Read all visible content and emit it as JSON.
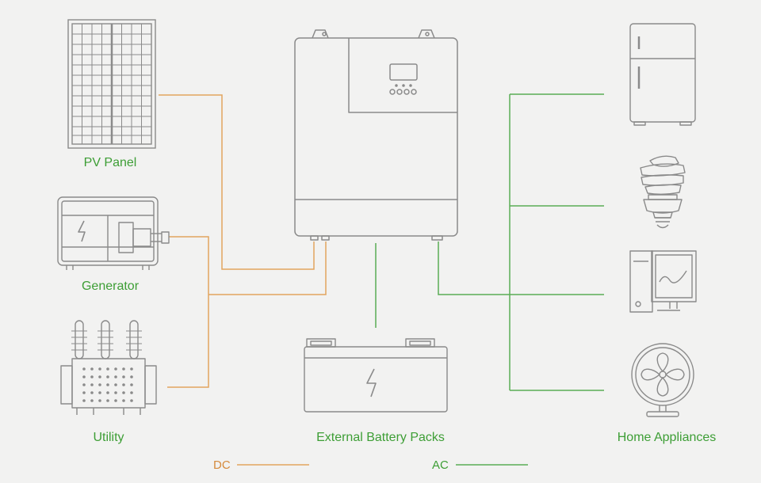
{
  "sources": {
    "pv_panel": "PV Panel",
    "generator": "Generator",
    "utility": "Utility"
  },
  "battery": {
    "label": "External Battery Packs"
  },
  "loads": {
    "label": "Home Appliances"
  },
  "legend": {
    "dc": "DC",
    "ac": "AC"
  },
  "colors": {
    "dc_line": "#e2a45f",
    "ac_line": "#5aad55",
    "label_text": "#3d9e35",
    "dc_label": "#d58a3c",
    "outline": "#8a8a8a",
    "background": "#f2f2f1"
  },
  "icons": {
    "inverter": "hybrid-inverter-icon",
    "pv_panel": "solar-panel-icon",
    "generator": "generator-icon",
    "utility": "utility-transformer-icon",
    "battery": "battery-icon",
    "fridge": "refrigerator-icon",
    "bulb": "cfl-bulb-icon",
    "computer": "desktop-computer-icon",
    "fan": "fan-icon"
  }
}
